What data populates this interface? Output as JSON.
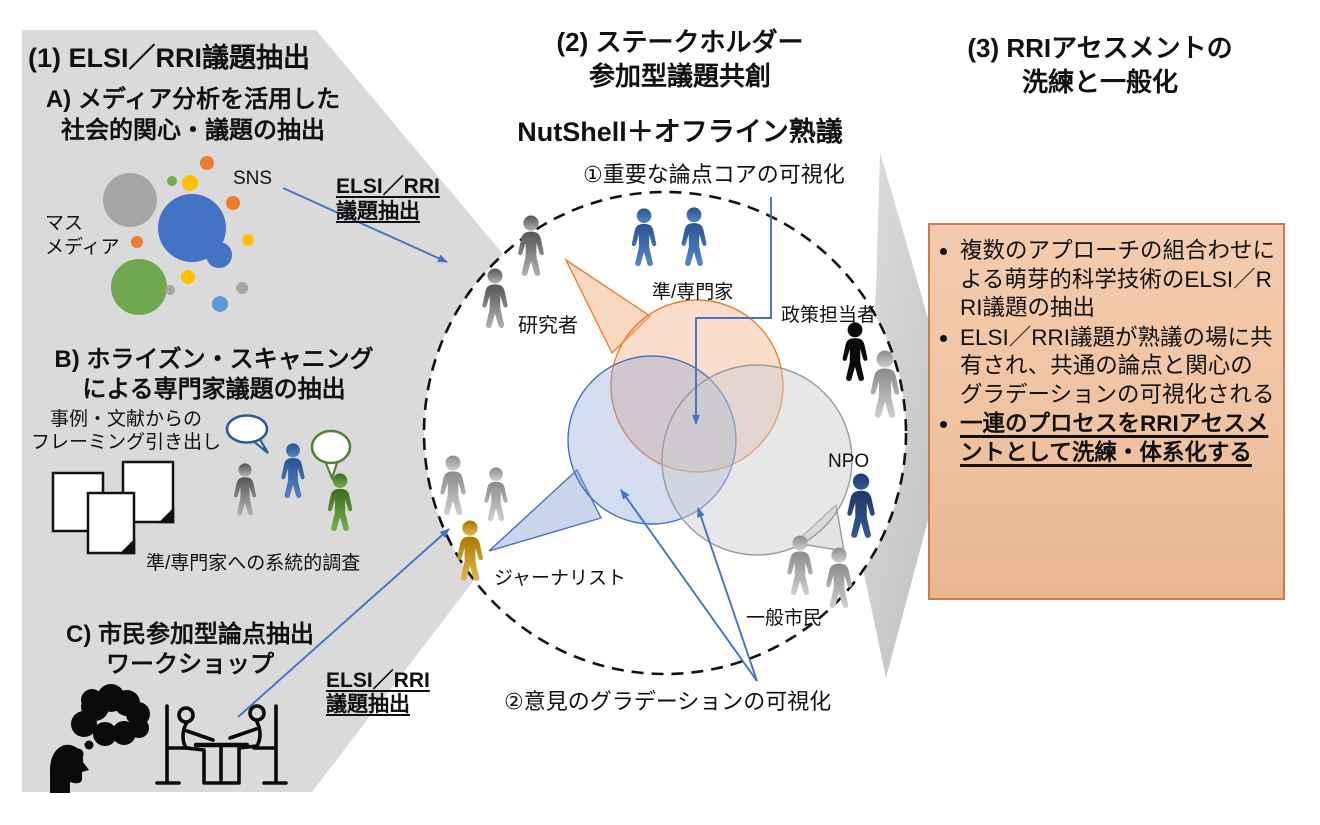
{
  "colors": {
    "arrow_blue": "#4472C4",
    "panel_gray": "#DADADA",
    "chevron_gray": "#C9C9C9",
    "result_box_fill": "#F2C6A7",
    "result_box_border": "#C97C4E",
    "bubble_orange": "#ED7D31",
    "bubble_blue": "#4472C4",
    "bubble_gray": "#A6A6A6",
    "accent_yellow": "#FFC000",
    "accent_green": "#70AD47"
  },
  "panel1": {
    "title": "(1) ELSI／RRI議題抽出",
    "section_a": {
      "title_line1": "A) メディア分析を活用した",
      "title_line2": "社会的関心・議題の抽出",
      "mass_media_line1": "マス",
      "mass_media_line2": "メディア",
      "sns_label": "SNS"
    },
    "arrow_label_top_line1": "ELSI／RRI",
    "arrow_label_top_line2": "議題抽出",
    "section_b": {
      "title_line1": "B) ホライズン・スキャニング",
      "title_line2": "による専門家議題の抽出",
      "subtitle_line1": "事例・文献からの",
      "subtitle_line2": "フレーミング引き出し",
      "caption": "準/専門家への系統的調査"
    },
    "section_c": {
      "title_line1": "C) 市民参加型論点抽出",
      "title_line2": "ワークショップ"
    },
    "arrow_label_bottom_line1": "ELSI／RRI",
    "arrow_label_bottom_line2": "議題抽出"
  },
  "panel2": {
    "title_line1": "(2) ステークホルダー",
    "title_line2": "参加型議題共創",
    "subtitle": "NutShell＋オフライン熟議",
    "annotation_core": "①重要な論点コアの可視化",
    "annotation_gradation": "②意見のグラデーションの可視化",
    "stakeholders": {
      "researchers": "研究者",
      "semi_experts": "準/専門家",
      "policy_makers": "政策担当者",
      "npo": "NPO",
      "citizens": "一般市民",
      "journalist": "ジャーナリスト"
    }
  },
  "panel3": {
    "title_line1": "(3) RRIアセスメントの",
    "title_line2": "洗練と一般化",
    "bullets": [
      {
        "text": "複数のアプローチの組合わせによる萌芽的科学技術のELSI／RRI議題の抽出",
        "emphasis": false
      },
      {
        "text": "ELSI／RRI議題が熟議の場に共有され、共通の論点と関心のグラデーションの可視化される",
        "emphasis": false
      },
      {
        "text": "一連のプロセスをRRIアセスメントとして洗練・体系化する",
        "emphasis": true
      }
    ]
  }
}
